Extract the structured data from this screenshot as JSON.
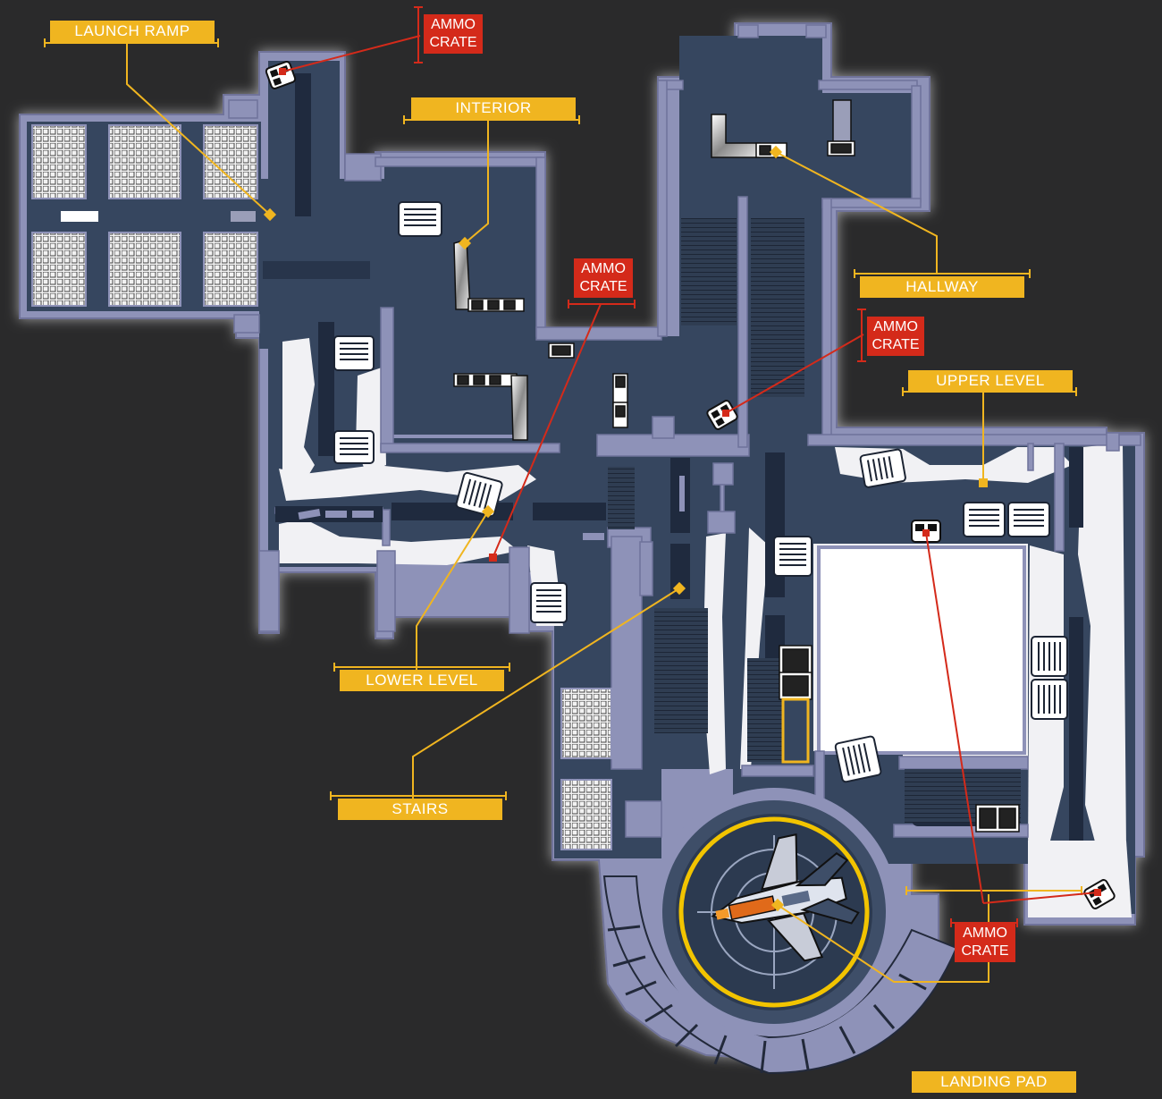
{
  "colors": {
    "background": "#2a2a2b",
    "floor": "#36465f",
    "wall": "#8e92b8",
    "snow": "#f1f1f4",
    "area_label": "#f0b520",
    "ammo_label": "#d42a1a",
    "pad_ring": "#f2c400"
  },
  "areas": [
    {
      "id": "launch-ramp",
      "label": "LAUNCH RAMP"
    },
    {
      "id": "interior",
      "label": "INTERIOR"
    },
    {
      "id": "hallway",
      "label": "HALLWAY"
    },
    {
      "id": "upper-level",
      "label": "UPPER LEVEL"
    },
    {
      "id": "lower-level",
      "label": "LOWER LEVEL"
    },
    {
      "id": "stairs",
      "label": "STAIRS"
    },
    {
      "id": "landing-pad",
      "label": "LANDING PAD"
    }
  ],
  "ammo_crates": [
    {
      "line1": "AMMO",
      "line2": "CRATE"
    },
    {
      "line1": "AMMO",
      "line2": "CRATE"
    },
    {
      "line1": "AMMO",
      "line2": "CRATE"
    },
    {
      "line1": "AMMO",
      "line2": "CRATE"
    }
  ],
  "icons": [
    "ammo-crate-icon",
    "crate-stack-icon",
    "ship-icon",
    "grate-icon"
  ]
}
